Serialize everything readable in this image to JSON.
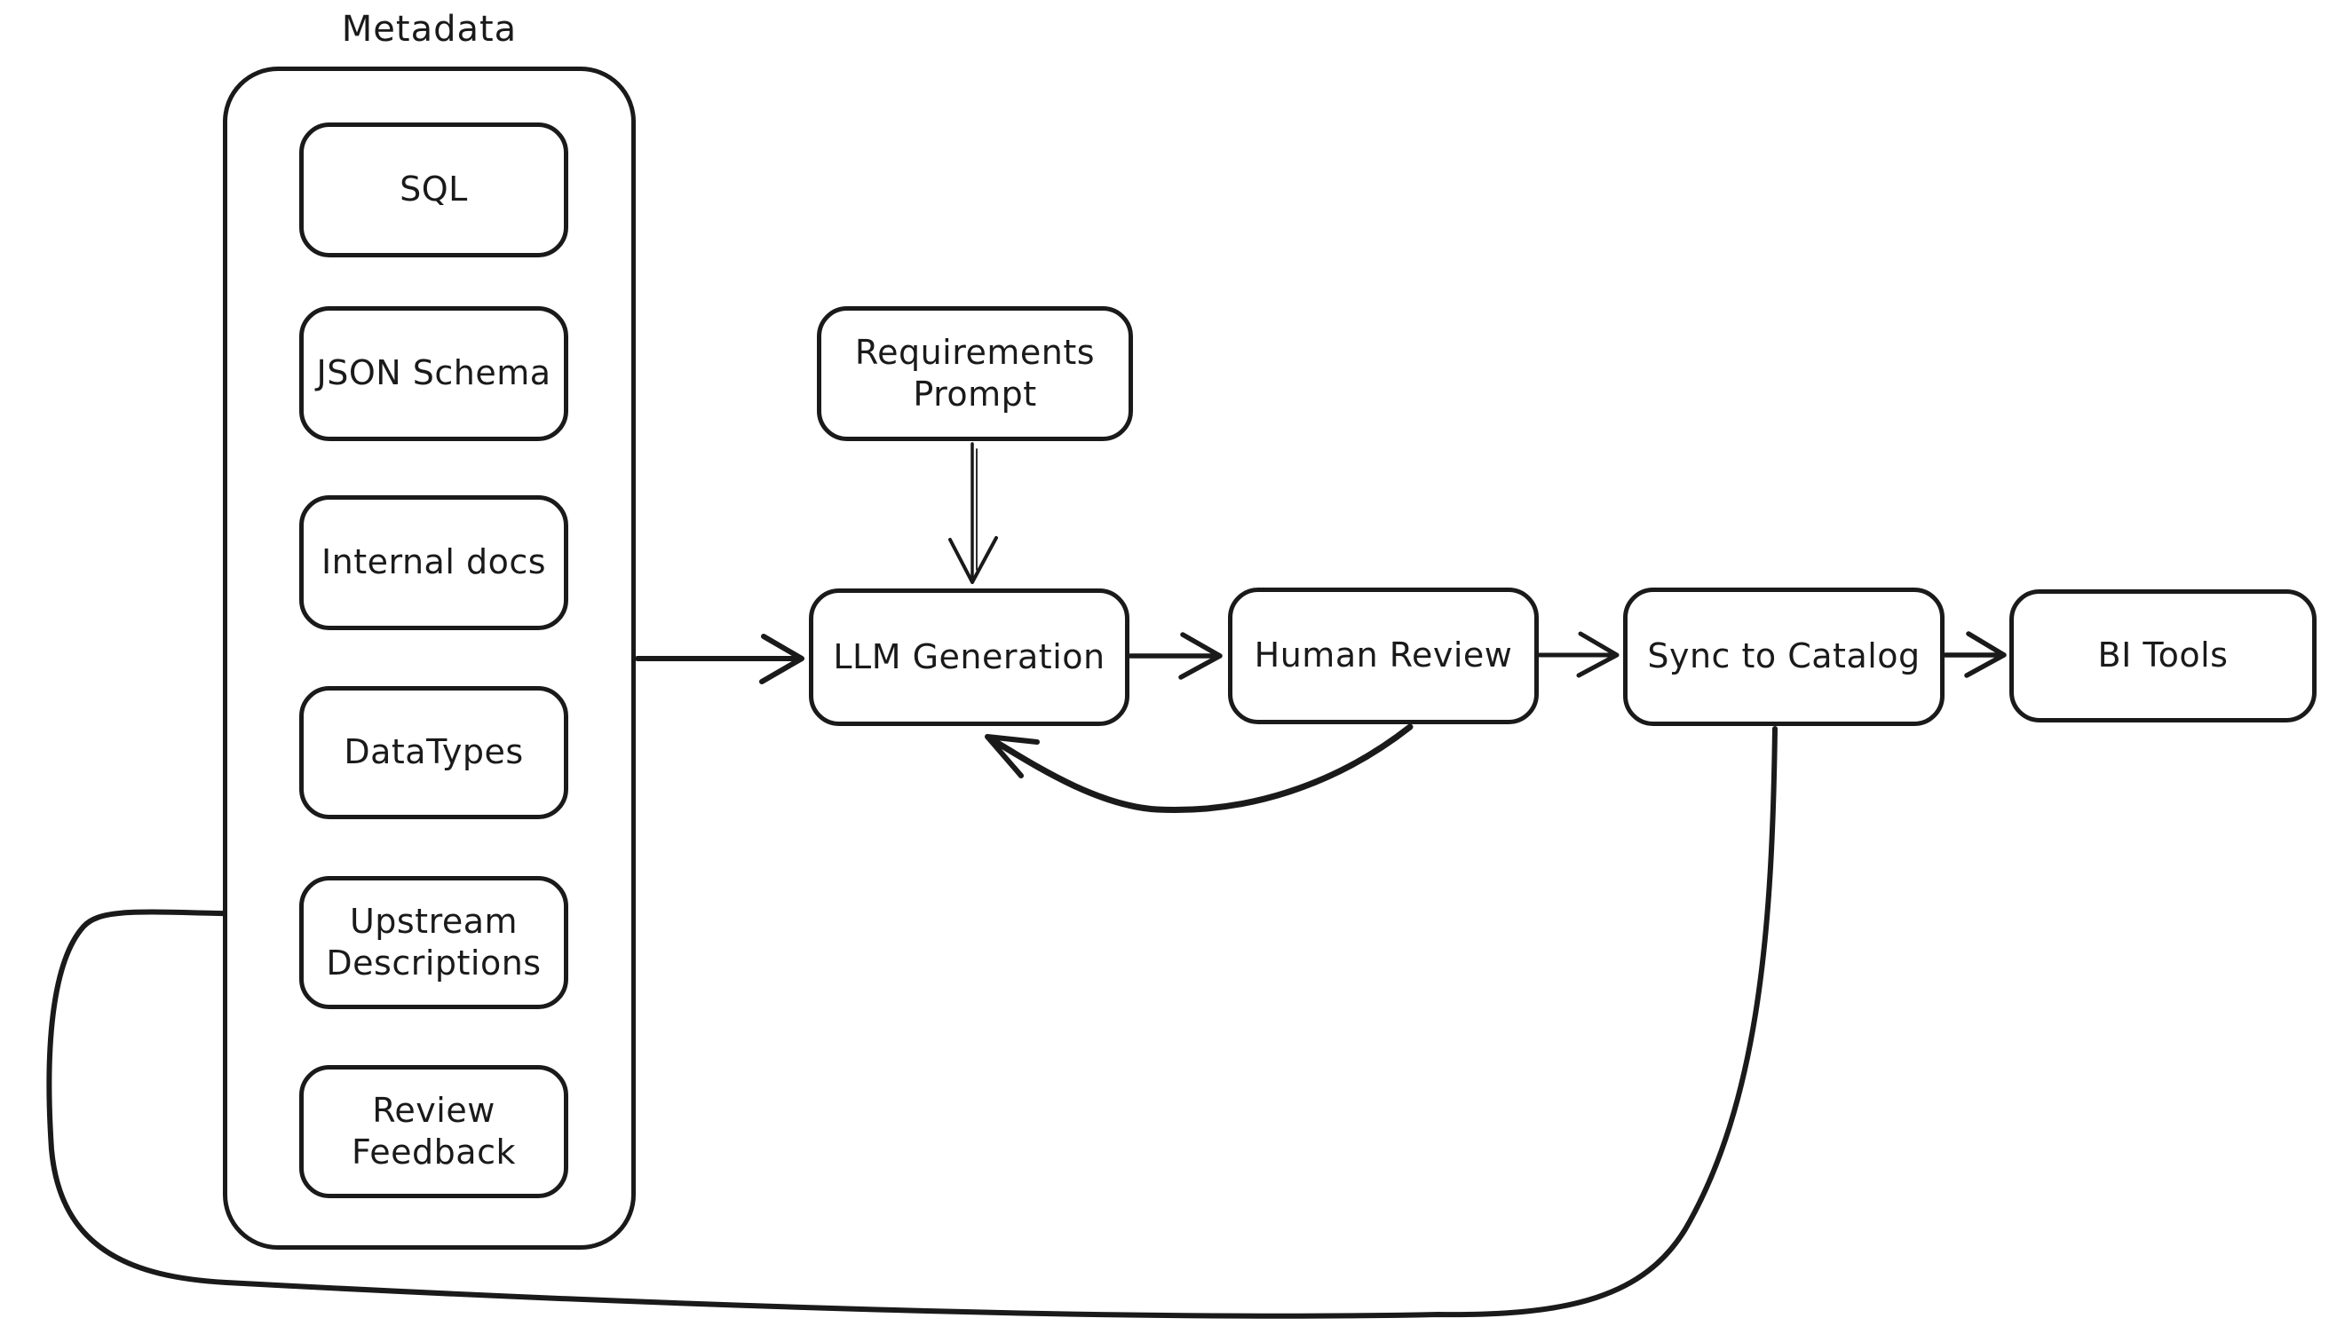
{
  "colors": {
    "stroke": "#1a1a1a",
    "background": "#ffffff"
  },
  "group": {
    "label": "Metadata",
    "items": [
      {
        "label": "SQL"
      },
      {
        "label": "JSON Schema"
      },
      {
        "label": "Internal docs"
      },
      {
        "label": "DataTypes"
      },
      {
        "label": "Upstream Descriptions"
      },
      {
        "label": "Review Feedback"
      }
    ]
  },
  "nodes": [
    {
      "label": "Requirements Prompt"
    },
    {
      "label": "LLM Generation"
    },
    {
      "label": "Human Review"
    },
    {
      "label": "Sync to Catalog"
    },
    {
      "label": "BI Tools"
    }
  ],
  "edges": [
    {
      "from": "Metadata",
      "to": "LLM Generation",
      "kind": "flow"
    },
    {
      "from": "Requirements Prompt",
      "to": "LLM Generation",
      "kind": "flow"
    },
    {
      "from": "LLM Generation",
      "to": "Human Review",
      "kind": "flow"
    },
    {
      "from": "Human Review",
      "to": "Sync to Catalog",
      "kind": "flow"
    },
    {
      "from": "Sync to Catalog",
      "to": "BI Tools",
      "kind": "flow"
    },
    {
      "from": "Human Review",
      "to": "LLM Generation",
      "kind": "feedback-loop"
    },
    {
      "from": "Sync to Catalog",
      "to": "Upstream Descriptions",
      "kind": "feedback-loop"
    }
  ]
}
